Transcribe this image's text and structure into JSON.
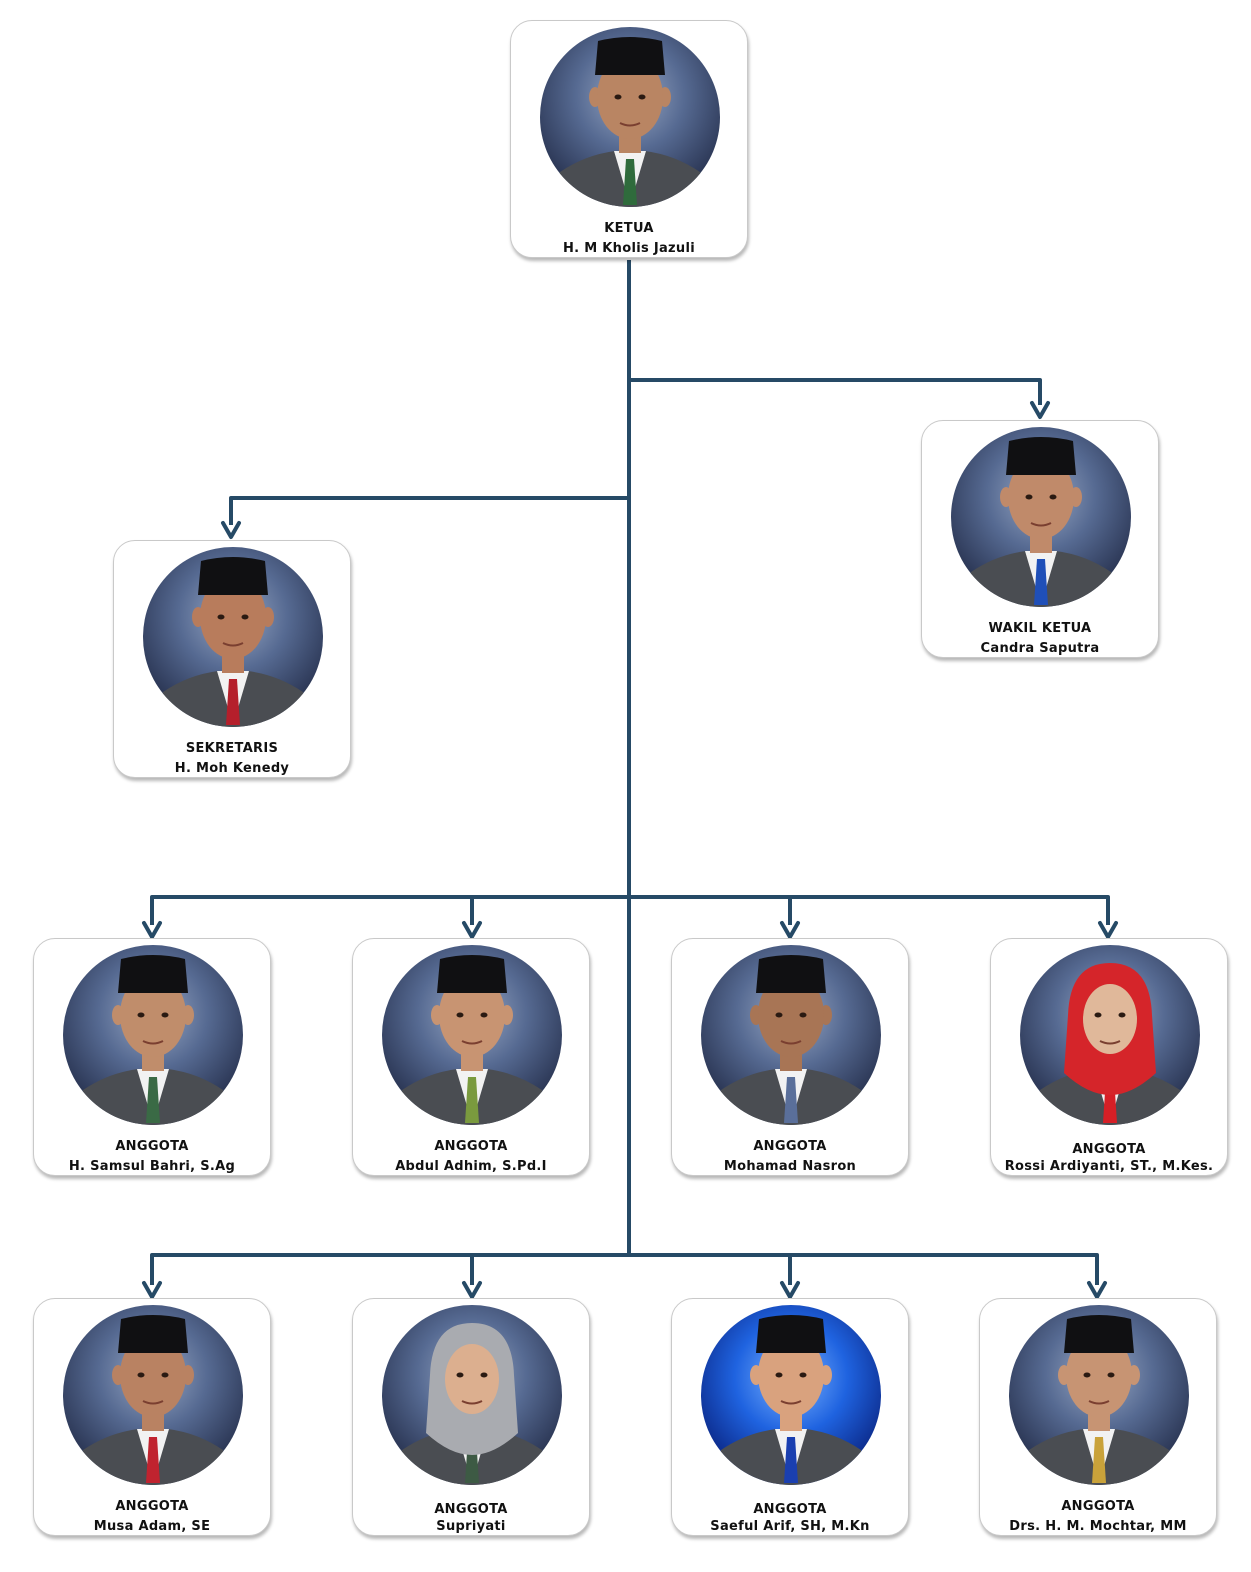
{
  "connector_color": "#264a66",
  "members": [
    {
      "role": "KETUA",
      "name": "H. M Kholis Jazuli",
      "cap": "peci",
      "tie": "#2f6b3c",
      "skin": "#b98563"
    },
    {
      "role": "WAKIL KETUA",
      "name": "Candra Saputra",
      "cap": "peci",
      "tie": "#1f4fb8",
      "skin": "#c08a6a"
    },
    {
      "role": "SEKRETARIS",
      "name": "H. Moh Kenedy",
      "cap": "peci",
      "tie": "#b51f2b",
      "skin": "#b87c5c"
    },
    {
      "role": "ANGGOTA",
      "name": "H. Samsul Bahri, S.Ag",
      "cap": "peci",
      "tie": "#3a6a45",
      "skin": "#c08d6b"
    },
    {
      "role": "ANGGOTA",
      "name": "Abdul Adhim, S.Pd.I",
      "cap": "peci",
      "tie": "#7a9a3e",
      "skin": "#c89472"
    },
    {
      "role": "ANGGOTA",
      "name": "Mohamad Nasron",
      "cap": "peci",
      "tie": "#5a6f9a",
      "skin": "#a87555"
    },
    {
      "role": "ANGGOTA",
      "name": "Rossi Ardiyanti, ST., M.Kes.",
      "cap": "hijab-red",
      "tie": "#d61f26",
      "skin": "#e0b89a"
    },
    {
      "role": "ANGGOTA",
      "name": "Musa Adam, SE",
      "cap": "peci",
      "tie": "#c0232f",
      "skin": "#b98262"
    },
    {
      "role": "ANGGOTA",
      "name": "Supriyati",
      "cap": "hijab-grey",
      "tie": "#3d5a44",
      "skin": "#dcaf8f"
    },
    {
      "role": "ANGGOTA",
      "name": "Saeful Arif, SH, M.Kn",
      "cap": "peci",
      "tie": "#1a3fb0",
      "skin": "#d9a27e"
    },
    {
      "role": "ANGGOTA",
      "name": "Drs. H. M. Mochtar, MM",
      "cap": "peci",
      "tie": "#c9a23a",
      "skin": "#c79473"
    }
  ]
}
